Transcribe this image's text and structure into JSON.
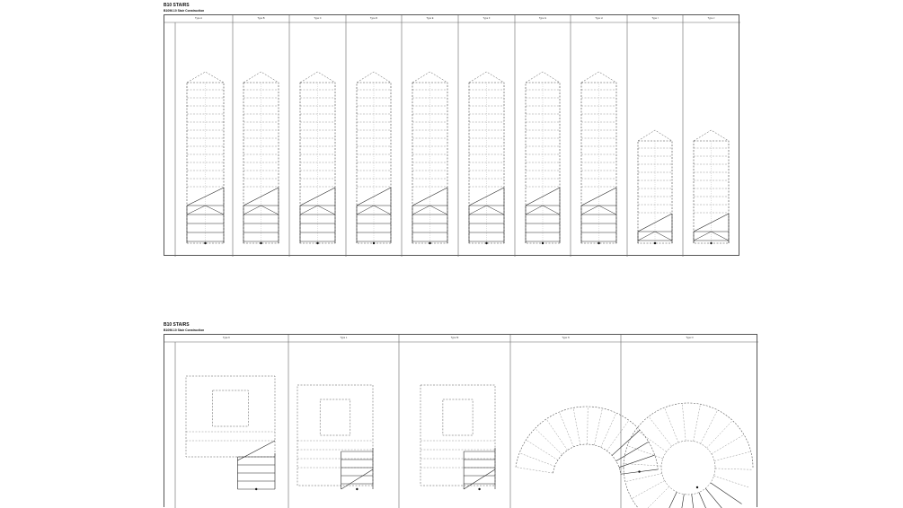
{
  "sheets": [
    {
      "title": "B10 STAIRS",
      "subtitle": "B1096.10 Stair Construction",
      "panels": [
        "Type A",
        "Type B",
        "Type C",
        "Type D",
        "Type E",
        "Type F",
        "Type G",
        "Type H",
        "Type I",
        "Type J"
      ]
    },
    {
      "title": "B10 STAIRS",
      "subtitle": "B1096.10 Stair Construction",
      "panels": [
        "Type K",
        "Type L",
        "Type M",
        "Type N",
        "Type O"
      ]
    }
  ]
}
